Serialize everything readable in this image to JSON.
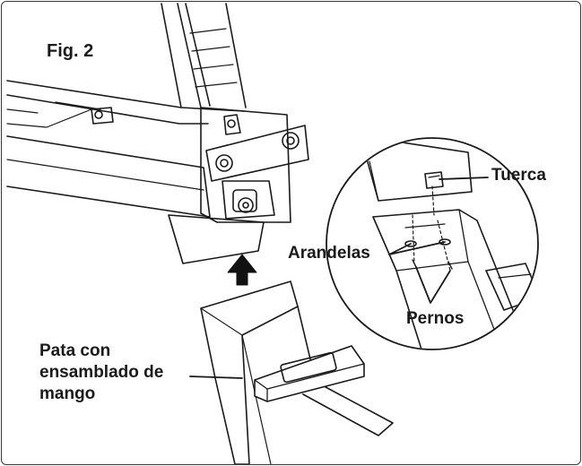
{
  "figure": {
    "title": "Fig. 2"
  },
  "callouts": {
    "nut": "Tuerca",
    "washers": "Arandelas",
    "bolts": "Pernos",
    "leg_line1": "Pata con",
    "leg_line2": "ensamblado de",
    "leg_line3": "mango"
  },
  "colors": {
    "stroke": "#1a1a1a",
    "frame": "#3a3a3a",
    "shade": "#d9d9d9",
    "arrow": "#111111"
  }
}
